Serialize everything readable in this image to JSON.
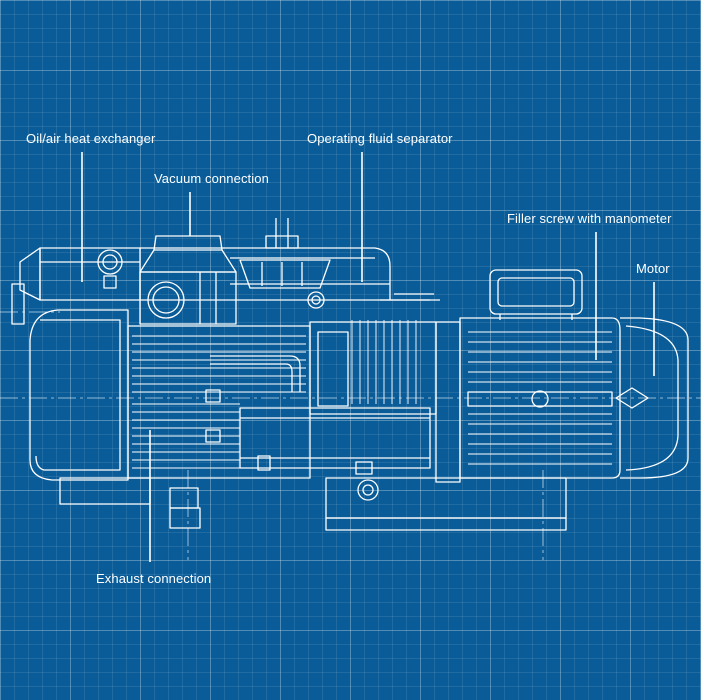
{
  "colors": {
    "background": "#0a5c99",
    "line": "#ffffff"
  },
  "labels": {
    "oil_air_heat_exchanger": "Oil/air heat exchanger",
    "vacuum_connection": "Vacuum connection",
    "operating_fluid_separator": "Operating fluid separator",
    "filler_screw": "Filler screw with manometer",
    "motor": "Motor",
    "exhaust_connection": "Exhaust connection"
  }
}
